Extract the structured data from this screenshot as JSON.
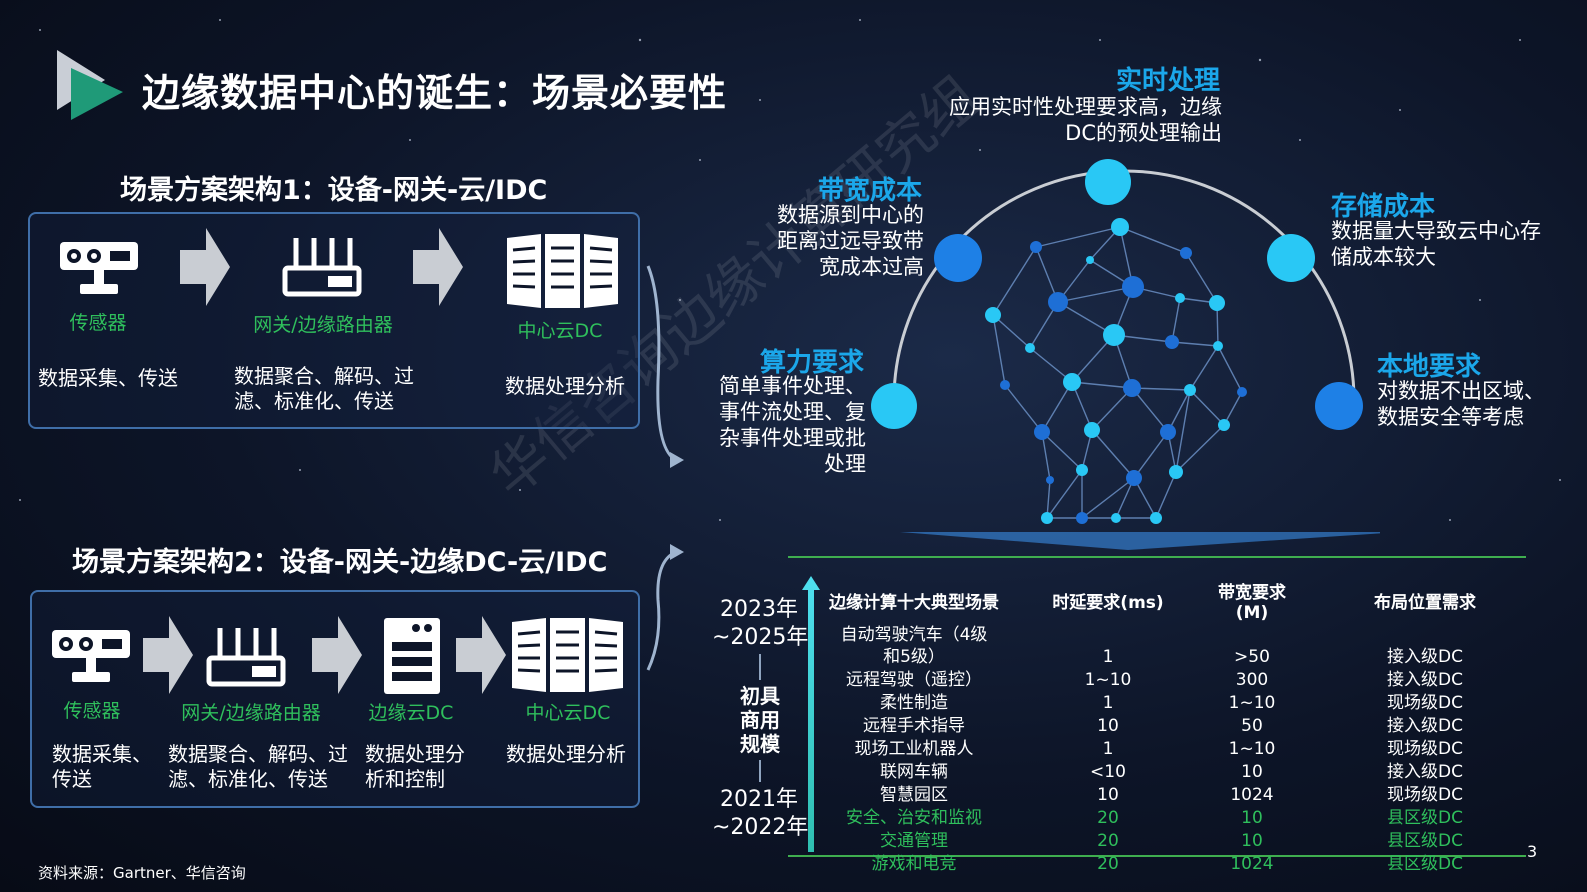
{
  "title": "边缘数据中心的诞生：场景必要性",
  "watermark": "华信咨询边缘计算研究组",
  "arch1": {
    "title": "场景方案架构1：设备-网关-云/IDC",
    "nodes": [
      {
        "icon": "sensor-icon",
        "label": "传感器",
        "desc": "数据采集、传送"
      },
      {
        "icon": "router-icon",
        "label": "网关/边缘路由器",
        "desc": "数据聚合、解码、过滤、标准化、传送"
      },
      {
        "icon": "server-rack-icon",
        "label": "中心云DC",
        "desc": "数据处理分析"
      }
    ]
  },
  "arch2": {
    "title": "场景方案架构2：设备-网关-边缘DC-云/IDC",
    "nodes": [
      {
        "icon": "sensor-icon",
        "label": "传感器",
        "desc": "数据采集、传送"
      },
      {
        "icon": "router-icon",
        "label": "网关/边缘路由器",
        "desc": "数据聚合、解码、过滤、标准化、传送"
      },
      {
        "icon": "edge-server-icon",
        "label": "边缘云DC",
        "desc": "数据处理分析和控制"
      },
      {
        "icon": "server-rack-icon",
        "label": "中心云DC",
        "desc": "数据处理分析"
      }
    ]
  },
  "drivers": {
    "realtime": {
      "title": "实时处理",
      "desc": "应用实时性处理要求高，边缘DC的预处理输出"
    },
    "bandwidth": {
      "title": "带宽成本",
      "desc": "数据源到中心的距离过远导致带宽成本过高"
    },
    "storage": {
      "title": "存储成本",
      "desc": "数据量大导致云中心存储成本较大"
    },
    "compute": {
      "title": "算力要求",
      "desc": "简单事件处理、事件流处理、复杂事件处理或批处理"
    },
    "local": {
      "title": "本地要求",
      "desc": "对数据不出区域、数据安全等考虑"
    }
  },
  "timeline": {
    "top_year": "2023年",
    "top_range": "~2025年",
    "stage": "初具商用规模",
    "bottom_year": "2021年",
    "bottom_range": "~2022年"
  },
  "table": {
    "headers": [
      "边缘计算十大典型场景",
      "时延要求(ms)",
      "带宽要求(M)",
      "布局位置需求"
    ],
    "rows": [
      {
        "scene": "自动驾驶汽车（4级和5级）",
        "latency": "1",
        "bandwidth": ">50",
        "location": "接入级DC",
        "highlight": false
      },
      {
        "scene": "远程驾驶（遥控）",
        "latency": "1~10",
        "bandwidth": "300",
        "location": "接入级DC",
        "highlight": false
      },
      {
        "scene": "柔性制造",
        "latency": "1",
        "bandwidth": "1~10",
        "location": "现场级DC",
        "highlight": false
      },
      {
        "scene": "远程手术指导",
        "latency": "10",
        "bandwidth": "50",
        "location": "接入级DC",
        "highlight": false
      },
      {
        "scene": "现场工业机器人",
        "latency": "1",
        "bandwidth": "1~10",
        "location": "现场级DC",
        "highlight": false
      },
      {
        "scene": "联网车辆",
        "latency": "<10",
        "bandwidth": "10",
        "location": "接入级DC",
        "highlight": false
      },
      {
        "scene": "智慧园区",
        "latency": "10",
        "bandwidth": "1024",
        "location": "现场级DC",
        "highlight": false
      },
      {
        "scene": "安全、治安和监视",
        "latency": "20",
        "bandwidth": "10",
        "location": "县区级DC",
        "highlight": true
      },
      {
        "scene": "交通管理",
        "latency": "20",
        "bandwidth": "10",
        "location": "县区级DC",
        "highlight": true
      },
      {
        "scene": "游戏和电竞",
        "latency": "20",
        "bandwidth": "1024",
        "location": "县区级DC",
        "highlight": true
      }
    ]
  },
  "source": "资料来源：Gartner、华信咨询",
  "page_number": "3",
  "colors": {
    "accent": "#1ba7ea",
    "green": "#2fbf5c",
    "panel_border": "#3f6ea8",
    "node": "#29c8f5"
  }
}
